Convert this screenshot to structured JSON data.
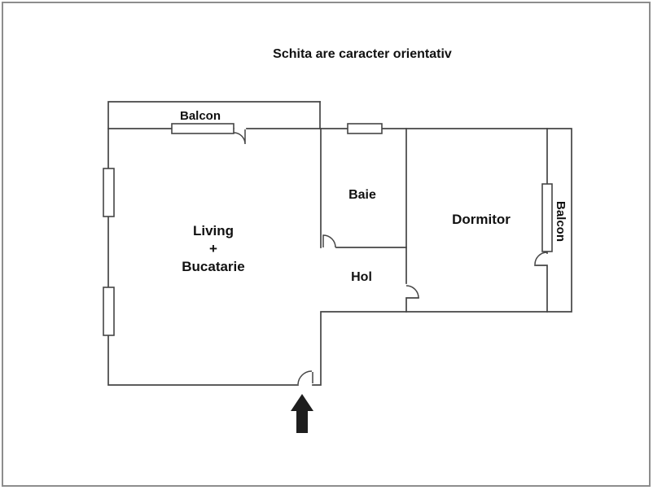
{
  "title": "Schita are caracter orientativ",
  "rooms": {
    "balcony_top": "Balcon",
    "living": [
      "Living",
      "+",
      "Bucatarie"
    ],
    "baie": "Baie",
    "hol": "Hol",
    "dormitor": "Dormitor",
    "balcony_right": "Balcon"
  },
  "icons": {
    "entrance_arrow": "up-arrow"
  },
  "colors": {
    "wall": "#454545",
    "frame_border": "#8d8d8d",
    "text": "#111111",
    "arrow": "#1e1e1e"
  }
}
